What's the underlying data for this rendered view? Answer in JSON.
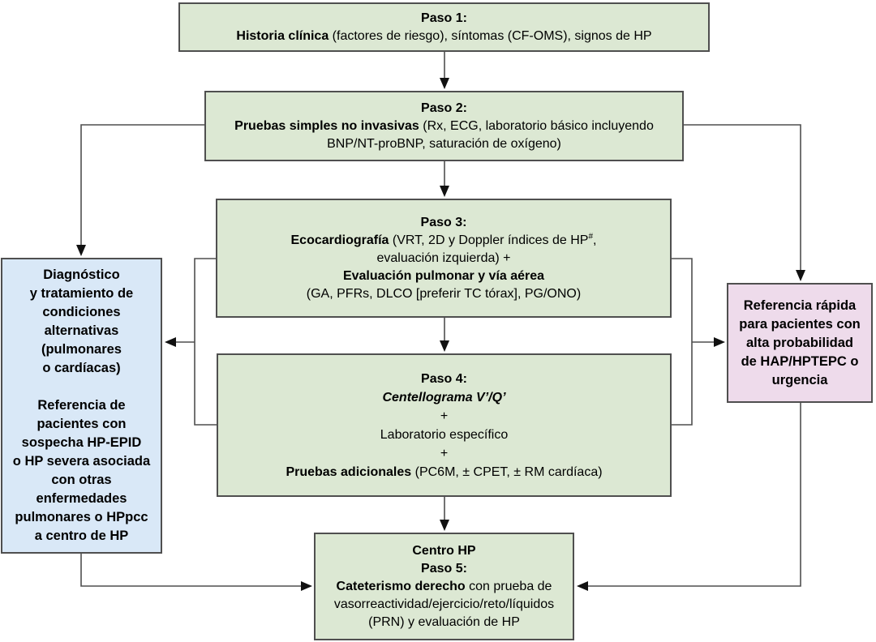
{
  "flowchart": {
    "step1": {
      "title": "Paso 1:",
      "line1_bold": "Historia clínica",
      "line1_rest": " (factores de riesgo), síntomas (CF-OMS), signos de HP"
    },
    "step2": {
      "title": "Paso 2:",
      "line1_bold": "Pruebas simples no invasivas",
      "line1_rest": " (Rx, ECG, laboratorio básico incluyendo",
      "line2": "BNP/NT-proBNP, saturación de oxígeno)"
    },
    "step3": {
      "title": "Paso 3:",
      "line1_bold": "Ecocardiografía",
      "line1_rest": " (VRT, 2D y Doppler índices de HP",
      "line1_sup": "#",
      "line1_tail": ",",
      "line2": "evaluación izquierda) +",
      "line3_bold": "Evaluación pulmonar y vía aérea",
      "line4": "(GA, PFRs, DLCO [preferir TC tórax], PG/ONO)"
    },
    "step4": {
      "title": "Paso 4:",
      "scan_bold_italic": "Centellograma V’/Q’",
      "plus1": "+",
      "lab_line": "Laboratorio específico",
      "plus2": "+",
      "extra_bold": "Pruebas adicionales",
      "extra_rest": " (PC6M, ± CPET, ± RM cardíaca)"
    },
    "step5": {
      "center_label": "Centro HP",
      "title": "Paso 5:",
      "line1_bold": "Cateterismo derecho",
      "line1_rest": " con prueba de",
      "line2": "vasorreactividad/ejercicio/reto/líquidos",
      "line3": "(PRN) y evaluación de HP"
    },
    "left_box": {
      "para1": [
        "Diagnóstico",
        "y tratamiento de",
        "condiciones",
        "alternativas",
        "(pulmonares",
        "o cardíacas)"
      ],
      "para2": [
        "Referencia de",
        "pacientes con",
        "sospecha HP-EPID",
        "o HP severa asociada",
        "con otras",
        "enfermedades",
        "pulmonares o HPpcc",
        "a centro de HP"
      ]
    },
    "right_box": {
      "lines": [
        "Referencia rápida",
        "para pacientes con",
        "alta probabilidad",
        "de HAP/HPTEPC o",
        "urgencia"
      ]
    },
    "colors": {
      "step_fill": "#dce8d3",
      "left_fill": "#d9e8f7",
      "right_fill": "#eedbeb",
      "border": "#4f4f4f",
      "arrow": "#111111"
    }
  }
}
